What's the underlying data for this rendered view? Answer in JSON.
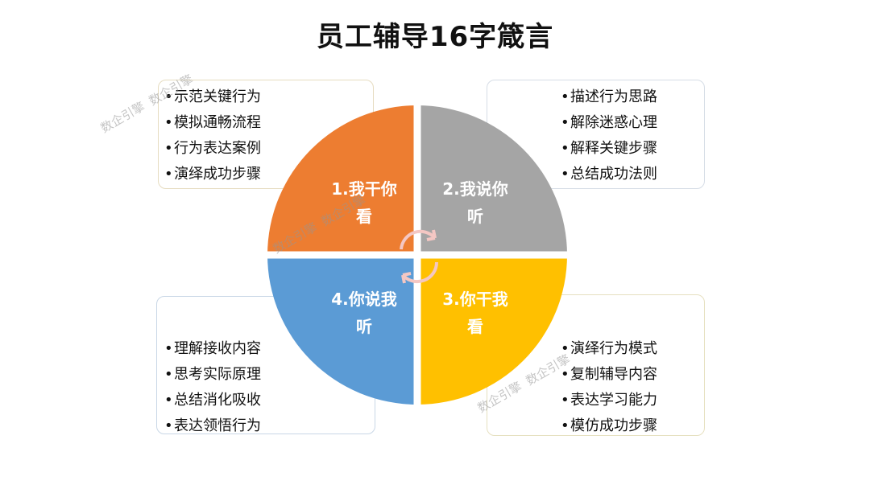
{
  "title": "员工辅导16字箴言",
  "quadrants": [
    {
      "label_line1": "1.我干你",
      "label_line2": "看",
      "color": "#ED7D31"
    },
    {
      "label_line1": "2.我说你",
      "label_line2": "听",
      "color": "#A5A5A5"
    },
    {
      "label_line1": "3.你干我",
      "label_line2": "看",
      "color": "#FFC000"
    },
    {
      "label_line1": "4.你说我",
      "label_line2": "听",
      "color": "#5B9BD5"
    }
  ],
  "panels": {
    "top_left": [
      "示范关键行为",
      "模拟通畅流程",
      "行为表达案例",
      "演绎成功步骤"
    ],
    "top_right": [
      "描述行为思路",
      "解除迷惑心理",
      "解释关键步骤",
      "总结成功法则"
    ],
    "bottom_left": [
      "理解接收内容",
      "思考实际原理",
      "总结消化吸收",
      "表达领悟行为"
    ],
    "bottom_right": [
      "演绎行为模式",
      "复制辅导内容",
      "表达学习能力",
      "模仿成功步骤"
    ]
  },
  "watermark": "数企引擎",
  "cycle_arrow_color": "#F4C7C3"
}
